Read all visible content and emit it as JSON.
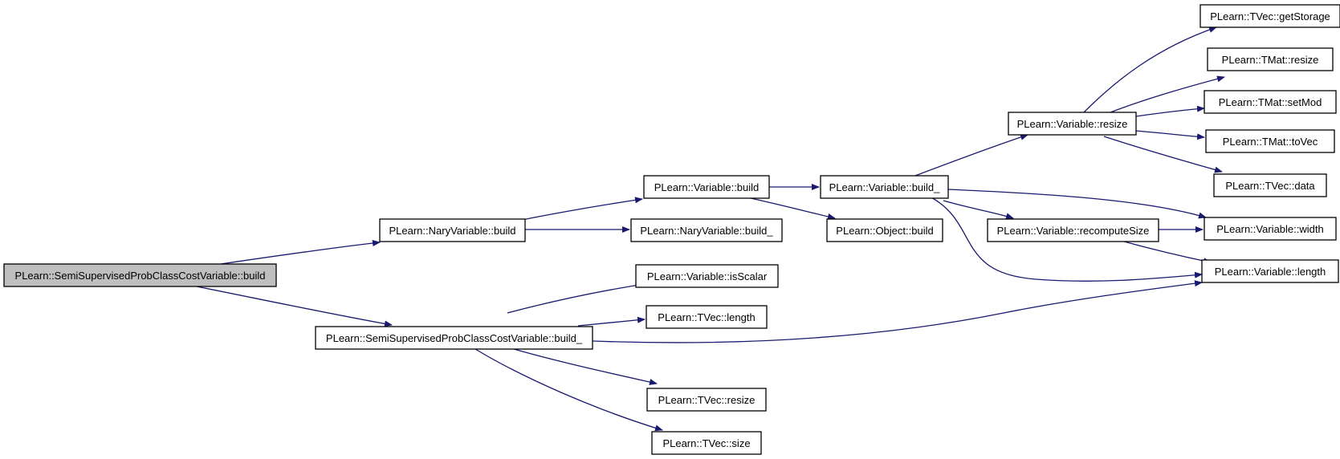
{
  "colors": {
    "edge": "#191970",
    "root_fill": "#bfbfbf",
    "node_fill": "#ffffff",
    "node_border": "#000000"
  },
  "nodes": {
    "root": "PLearn::SemiSupervisedProbClassCostVariable::build",
    "nary_build": "PLearn::NaryVariable::build",
    "sspccv_build_": "PLearn::SemiSupervisedProbClassCostVariable::build_",
    "variable_build": "PLearn::Variable::build",
    "nary_build_": "PLearn::NaryVariable::build_",
    "variable_build_": "PLearn::Variable::build_",
    "object_build": "PLearn::Object::build",
    "variable_resize": "PLearn::Variable::resize",
    "variable_recomputesize": "PLearn::Variable::recomputeSize",
    "tvec_getstorage": "PLearn::TVec::getStorage",
    "tmat_resize": "PLearn::TMat::resize",
    "tmat_setmod": "PLearn::TMat::setMod",
    "tmat_tovec": "PLearn::TMat::toVec",
    "tvec_data": "PLearn::TVec::data",
    "variable_width": "PLearn::Variable::width",
    "variable_length": "PLearn::Variable::length",
    "variable_isscalar": "PLearn::Variable::isScalar",
    "tvec_length": "PLearn::TVec::length",
    "tvec_resize": "PLearn::TVec::resize",
    "tvec_size": "PLearn::TVec::size"
  }
}
